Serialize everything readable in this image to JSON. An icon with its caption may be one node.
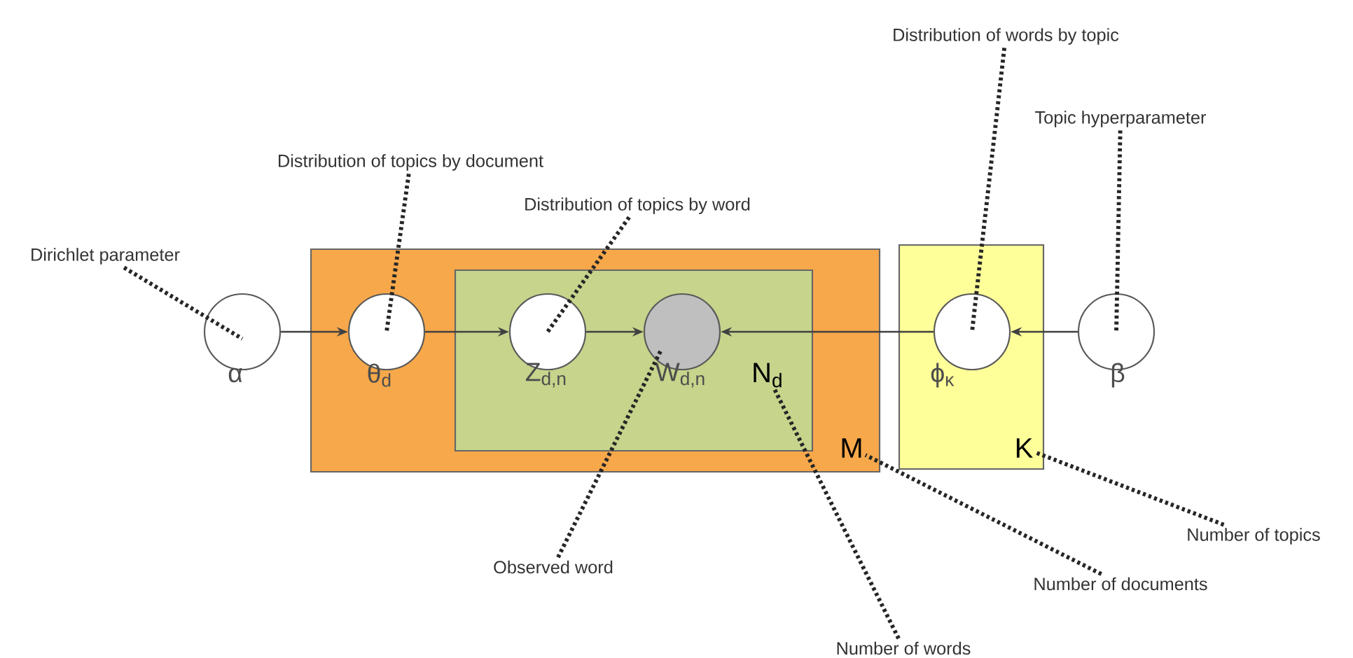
{
  "diagram": {
    "nodes": [
      {
        "text": [
          "M"
        ]
      },
      {
        "text": [
          "N$_{d}$"
        ],
        "in": 0
      },
      {
        "text": [
          "K"
        ]
      },
      {
        "text": [
          "α"
        ]
      },
      {
        "text": [
          "θ$_{d}$"
        ],
        "in": 0
      },
      {
        "text": [
          "Z$_{d,n}$"
        ],
        "in": 1
      },
      {
        "text": [
          "W$_{d,n}$"
        ],
        "in": 1
      },
      {
        "text": [
          "ϕ$_{κ}$"
        ],
        "in": 2
      },
      {
        "text": [
          "β"
        ]
      },
      {
        "text": [
          "Dirichlet parameter"
        ]
      },
      {
        "text": [
          "Distribution of topics by document"
        ]
      },
      {
        "text": [
          "Distribution of topics by word"
        ]
      },
      {
        "text": [
          "Distribution of words by topic"
        ]
      },
      {
        "text": [
          "Topic hyperparameter"
        ]
      },
      {
        "text": [
          "Observed word"
        ]
      },
      {
        "text": [
          "Number of words"
        ]
      },
      {
        "text": [
          "Number of documents"
        ]
      },
      {
        "text": [
          "Number of topics"
        ]
      }
    ],
    "edges": [
      {
        "from": 3,
        "to": 4,
        "arrow": "to"
      },
      {
        "from": 4,
        "to": 5,
        "arrow": "to"
      },
      {
        "from": 5,
        "to": 6,
        "arrow": "to"
      },
      {
        "from": 7,
        "to": 6,
        "arrow": "to"
      },
      {
        "from": 8,
        "to": 7,
        "arrow": "to"
      },
      {
        "from": 9,
        "to": 3,
        "arrow": "none",
        "style": "dashed"
      },
      {
        "from": 10,
        "to": 4,
        "arrow": "none",
        "style": "dashed"
      },
      {
        "from": 11,
        "to": 5,
        "arrow": "none",
        "style": "dashed"
      },
      {
        "from": 12,
        "to": 7,
        "arrow": "none",
        "style": "dashed"
      },
      {
        "from": 13,
        "to": 8,
        "arrow": "none",
        "style": "dashed"
      },
      {
        "from": 14,
        "to": 6,
        "arrow": "none",
        "style": "dashed"
      },
      {
        "from": 15,
        "to": 1,
        "arrow": "none",
        "style": "dashed"
      },
      {
        "from": 16,
        "to": 0,
        "arrow": "none",
        "style": "dashed"
      },
      {
        "from": 17,
        "to": 2,
        "arrow": "none",
        "style": "dashed"
      }
    ]
  }
}
